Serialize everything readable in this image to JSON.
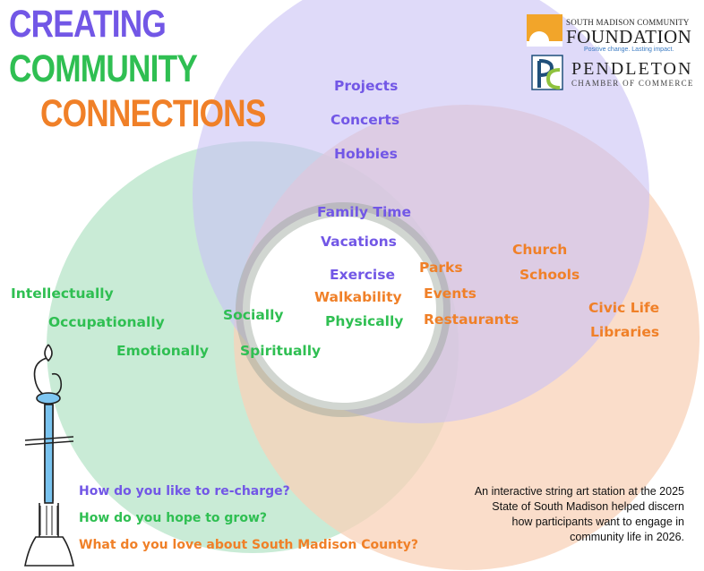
{
  "title": {
    "line1": "CREATING",
    "line2": "COMMUNITY",
    "line3": "CONNECTIONS"
  },
  "colors": {
    "purple": "#7257e6",
    "green": "#2fbf52",
    "orange": "#f08028",
    "purple_circle": "#c9c2f5",
    "green_circle": "#bfe8cf",
    "orange_circle": "#f8d2b8"
  },
  "logos": {
    "foundation": {
      "top": "South Madison Community",
      "name": "FOUNDATION",
      "tagline": "Positive change. Lasting impact."
    },
    "pendleton": {
      "name": "PENDLETON",
      "sub": "CHAMBER OF COMMERCE"
    }
  },
  "purple_items": [
    "Projects",
    "Concerts",
    "Hobbies",
    "Family Time",
    "Vacations",
    "Exercise"
  ],
  "green_items": [
    "Intellectually",
    "Occupationally",
    "Emotionally",
    "Socially",
    "Spiritually",
    "Physically"
  ],
  "orange_items": [
    "Parks",
    "Walkability",
    "Events",
    "Restaurants",
    "Church",
    "Schools",
    "Civic Life",
    "Libraries"
  ],
  "questions": {
    "purple": "How do you like to re-charge?",
    "green": "How do you hope to grow?",
    "orange": "What do you love about South Madison County?"
  },
  "note": "An interactive string art station at the 2025 State of South Madison helped discern how participants want to engage in community life in 2026."
}
